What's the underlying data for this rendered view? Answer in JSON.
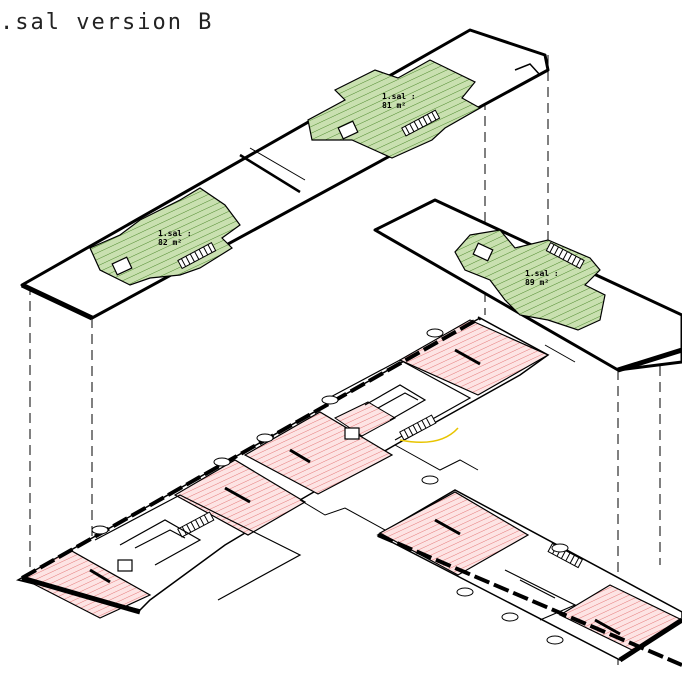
{
  "title": ".sal version B",
  "colors": {
    "upper_floor_fill": "#c9e0b0",
    "upper_floor_hatch": "#4f8a2e",
    "ground_floor_fill": "#fbd3d3",
    "ground_floor_hatch": "#d85050",
    "walls": "#000000",
    "door_arc": "#e8c400"
  },
  "rooms": {
    "room_a": {
      "line1": "1.sal :",
      "line2": "81 m²"
    },
    "room_b": {
      "line1": "1.sal :",
      "line2": "82 m²"
    },
    "room_c": {
      "line1": "1.sal :",
      "line2": "89 m²"
    }
  }
}
